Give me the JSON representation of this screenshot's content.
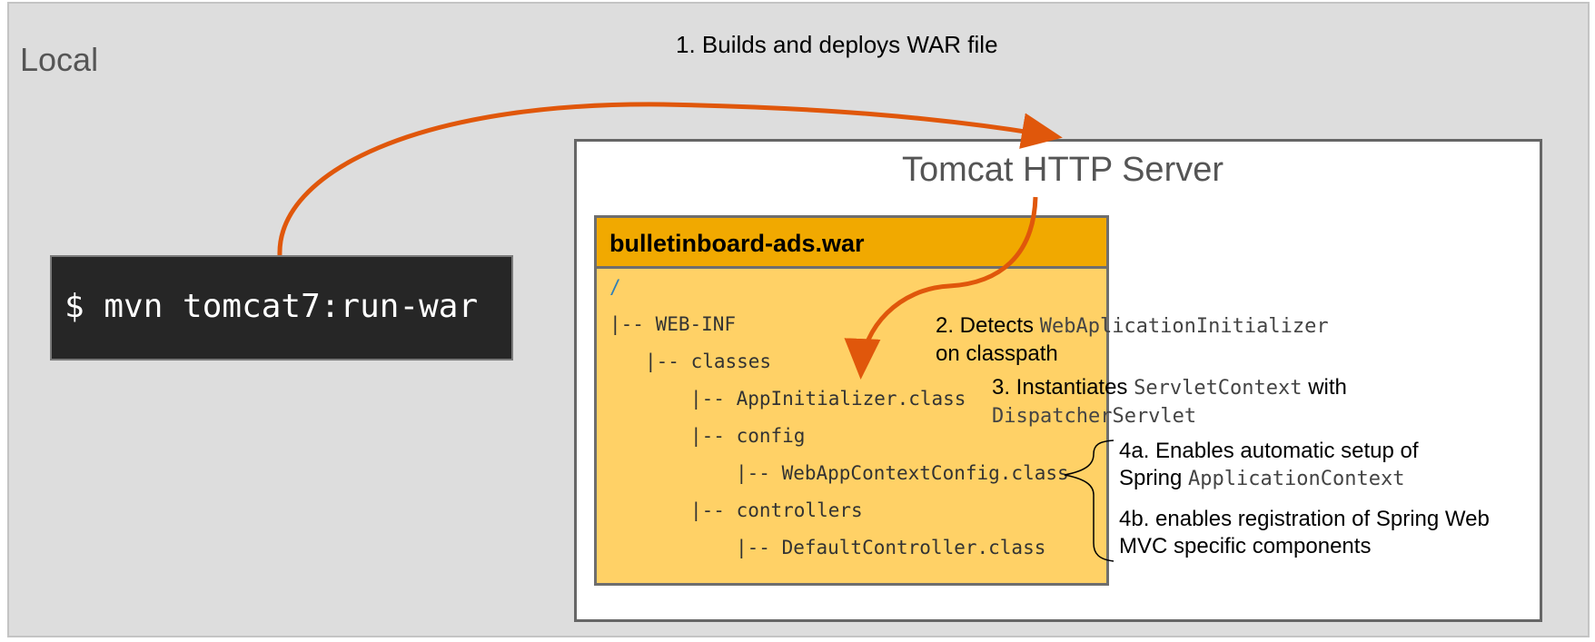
{
  "local": {
    "label": "Local"
  },
  "steps": {
    "step1": "1. Builds and deploys WAR file",
    "step2_text": "2. Detects ",
    "step2_code": "WebAplicationInitializer",
    "step2_line2": "on classpath",
    "step3_text": "3. Instantiates ",
    "step3_code": "ServletContext",
    "step3_text2": " with",
    "step3_code2": "DispatcherServlet",
    "step4a_text": "4a. Enables automatic setup of",
    "step4a_text2": "Spring ",
    "step4a_code": "ApplicationContext",
    "step4b_text": "4b. enables registration of Spring Web",
    "step4b_text2": "MVC specific components"
  },
  "terminal": {
    "command": "$ mvn tomcat7:run-war"
  },
  "tomcat": {
    "title": "Tomcat HTTP Server"
  },
  "war": {
    "title": "bulletinboard-ads.war",
    "tree": [
      "/",
      "|-- WEB-INF",
      "|-- classes",
      "|-- AppInitializer.class",
      "|-- config",
      "|-- WebAppContextConfig.class",
      "|-- controllers",
      "|-- DefaultController.class"
    ]
  },
  "colors": {
    "arrow": "#e0570b",
    "war_header": "#f1a900",
    "war_body": "#ffd166",
    "local_bg": "#dddddd",
    "terminal_bg": "#262626"
  }
}
